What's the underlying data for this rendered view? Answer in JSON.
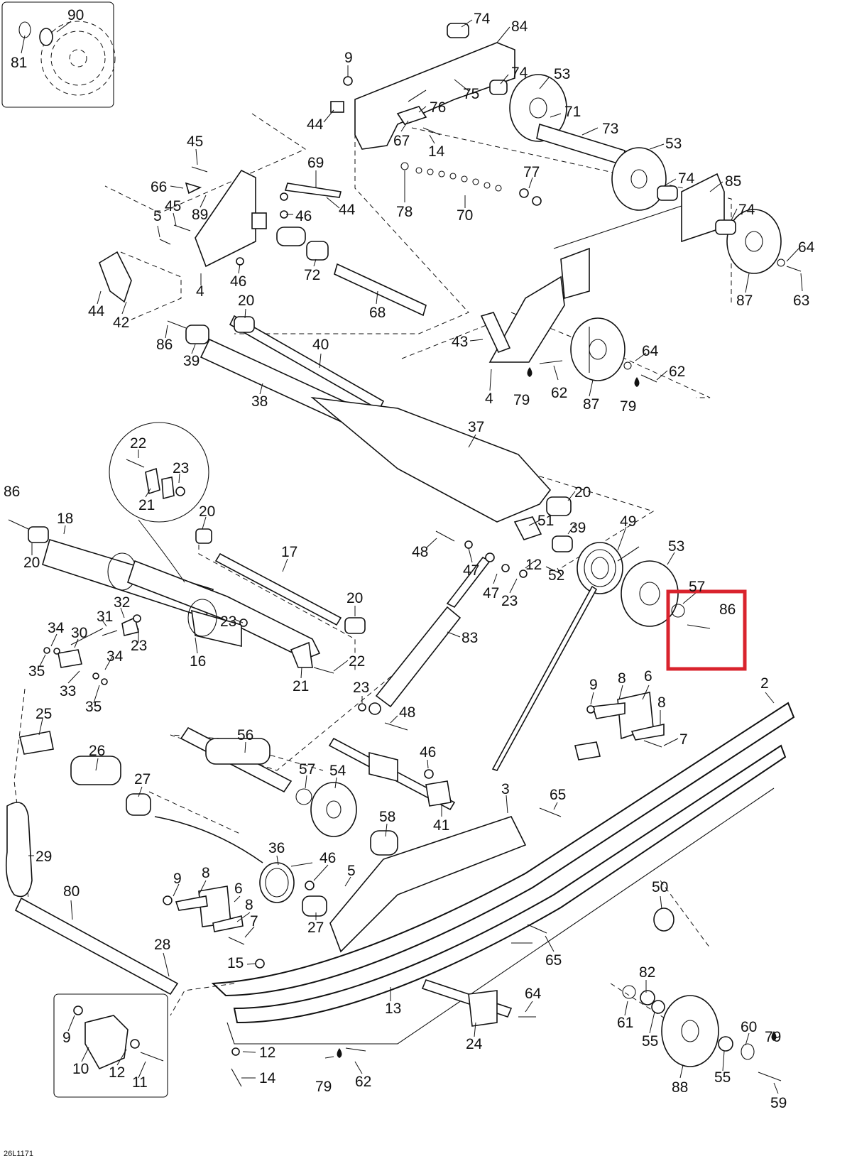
{
  "diagram_code": "26L1171",
  "highlight": {
    "color": "#d9232d",
    "labels": [
      "57",
      "86"
    ]
  },
  "icons": {
    "droplet": "lubricant-droplet-icon"
  },
  "callouts": [
    "90",
    "81",
    "74",
    "84",
    "9",
    "74",
    "53",
    "75",
    "76",
    "44",
    "71",
    "67",
    "73",
    "14",
    "45",
    "53",
    "69",
    "77",
    "66",
    "74",
    "85",
    "89",
    "44",
    "46",
    "74",
    "45",
    "78",
    "70",
    "5",
    "64",
    "72",
    "46",
    "4",
    "87",
    "63",
    "44",
    "42",
    "68",
    "20",
    "86",
    "43",
    "64",
    "40",
    "62",
    "39",
    "79",
    "62",
    "4",
    "87",
    "79",
    "38",
    "37",
    "22",
    "23",
    "86",
    "20",
    "21",
    "18",
    "20",
    "51",
    "39",
    "49",
    "48",
    "53",
    "47",
    "20",
    "17",
    "12",
    "52",
    "47",
    "57",
    "23",
    "86",
    "83",
    "20",
    "32",
    "31",
    "23",
    "34",
    "30",
    "23",
    "16",
    "22",
    "35",
    "34",
    "21",
    "33",
    "35",
    "25",
    "9",
    "8",
    "6",
    "2",
    "23",
    "48",
    "8",
    "7",
    "56",
    "26",
    "57",
    "54",
    "46",
    "27",
    "3",
    "65",
    "58",
    "41",
    "29",
    "36",
    "46",
    "9",
    "8",
    "5",
    "50",
    "6",
    "80",
    "8",
    "27",
    "7",
    "65",
    "28",
    "15",
    "82",
    "13",
    "64",
    "9",
    "61",
    "60",
    "55",
    "24",
    "79",
    "10",
    "12",
    "12",
    "11",
    "14",
    "79",
    "62",
    "88",
    "55",
    "59"
  ]
}
